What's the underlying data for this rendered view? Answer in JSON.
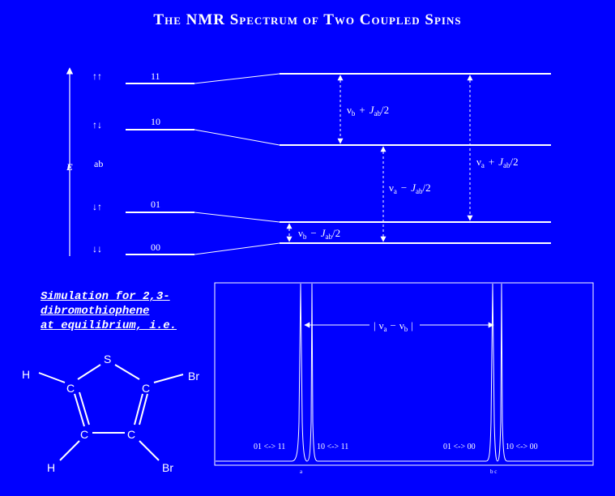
{
  "title": "The NMR Spectrum of Two Coupled Spins",
  "energy_axis": {
    "label": "E",
    "column_label": "ab"
  },
  "levels": [
    {
      "arrows": "↑↑",
      "code": "11"
    },
    {
      "arrows": "↑↓",
      "code": "10"
    },
    {
      "arrows": "↓↑",
      "code": "01"
    },
    {
      "arrows": "↓↓",
      "code": "00"
    }
  ],
  "transitions": {
    "t1": {
      "nu": "ν",
      "sub": "b",
      "op": "+",
      "J": "J",
      "jsub": "ab",
      "tail": "/2"
    },
    "t2": {
      "nu": "ν",
      "sub": "a",
      "op": "−",
      "J": "J",
      "jsub": "ab",
      "tail": "/2"
    },
    "t3": {
      "nu": "ν",
      "sub": "a",
      "op": "+",
      "J": "J",
      "jsub": "ab",
      "tail": "/2"
    },
    "t4": {
      "nu": "ν",
      "sub": "b",
      "op": "−",
      "J": "J",
      "jsub": "ab",
      "tail": "/2"
    }
  },
  "simulation_caption": [
    "Simulation for 2,3-",
    "dibromothiophene",
    "at equilibrium, i.e."
  ],
  "molecule": {
    "S": "S",
    "C": "C",
    "H": "H",
    "Br": "Br"
  },
  "spectrum": {
    "separation_label": {
      "open": "|",
      "nu": "ν",
      "a": "a",
      "minus": "−",
      "b": "b",
      "close": "|"
    },
    "peak_labels": [
      "01 <-> 11",
      "10 <-> 11",
      "01 <-> 00",
      "10 <-> 00"
    ],
    "axis_labels": [
      "a",
      "b c"
    ]
  },
  "colors": {
    "background": "#0000ff",
    "foreground": "#ffffff"
  }
}
